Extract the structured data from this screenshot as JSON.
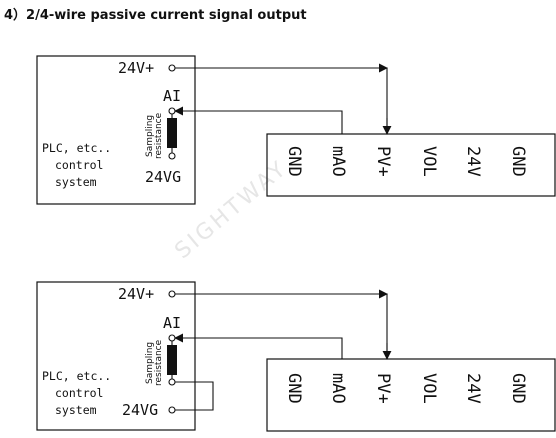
{
  "heading": "4）2/4-wire passive current signal output",
  "watermark": "SIGHTWAY",
  "diagrams": [
    {
      "plc_label": [
        "PLC, etc..",
        "control",
        "system"
      ],
      "power_pos_label": "24V+",
      "input_label": "AI",
      "resistor_label": [
        "Sampling",
        "resistance"
      ],
      "power_neg_label": "24VG",
      "terminals": [
        "GND",
        "mAO",
        "PV+",
        "VOL",
        "24V",
        "GND"
      ]
    },
    {
      "plc_label": [
        "PLC, etc..",
        "control",
        "system"
      ],
      "power_pos_label": "24V+",
      "input_label": "AI",
      "resistor_label": [
        "Sampling",
        "resistance"
      ],
      "power_neg_label": "24VG",
      "terminals": [
        "GND",
        "mAO",
        "PV+",
        "VOL",
        "24V",
        "GND"
      ]
    }
  ]
}
